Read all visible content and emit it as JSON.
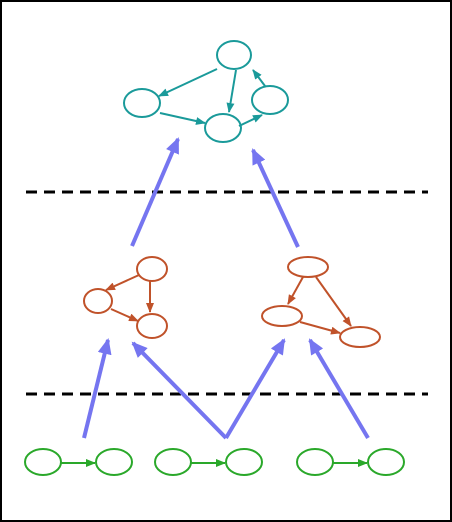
{
  "colors": {
    "top": "#1a9a9a",
    "middle": "#c0522a",
    "bottom": "#2aa82a",
    "flow": "#7575f0",
    "divider": "#000000",
    "frame": "#000000"
  },
  "levels": [
    "top",
    "middle",
    "bottom"
  ],
  "dividers": 2,
  "clusters": [
    {
      "name": "top-cluster",
      "level": "top",
      "nodes": 4,
      "edges": 4
    },
    {
      "name": "middle-left-cluster",
      "level": "middle",
      "nodes": 3,
      "edges": 3
    },
    {
      "name": "middle-right-cluster",
      "level": "middle",
      "nodes": 3,
      "edges": 3
    },
    {
      "name": "bottom-pair-1",
      "level": "bottom",
      "nodes": 2,
      "edges": 1
    },
    {
      "name": "bottom-pair-2",
      "level": "bottom",
      "nodes": 2,
      "edges": 1
    },
    {
      "name": "bottom-pair-3",
      "level": "bottom",
      "nodes": 2,
      "edges": 1
    }
  ],
  "flows": [
    {
      "from": "middle-left-cluster",
      "to": "top-cluster"
    },
    {
      "from": "middle-right-cluster",
      "to": "top-cluster"
    },
    {
      "from": "bottom-pair-1",
      "to": "middle-left-cluster"
    },
    {
      "from": "bottom-pair-2",
      "to": "middle-left-cluster"
    },
    {
      "from": "bottom-pair-2",
      "to": "middle-right-cluster"
    },
    {
      "from": "bottom-pair-3",
      "to": "middle-right-cluster"
    }
  ]
}
